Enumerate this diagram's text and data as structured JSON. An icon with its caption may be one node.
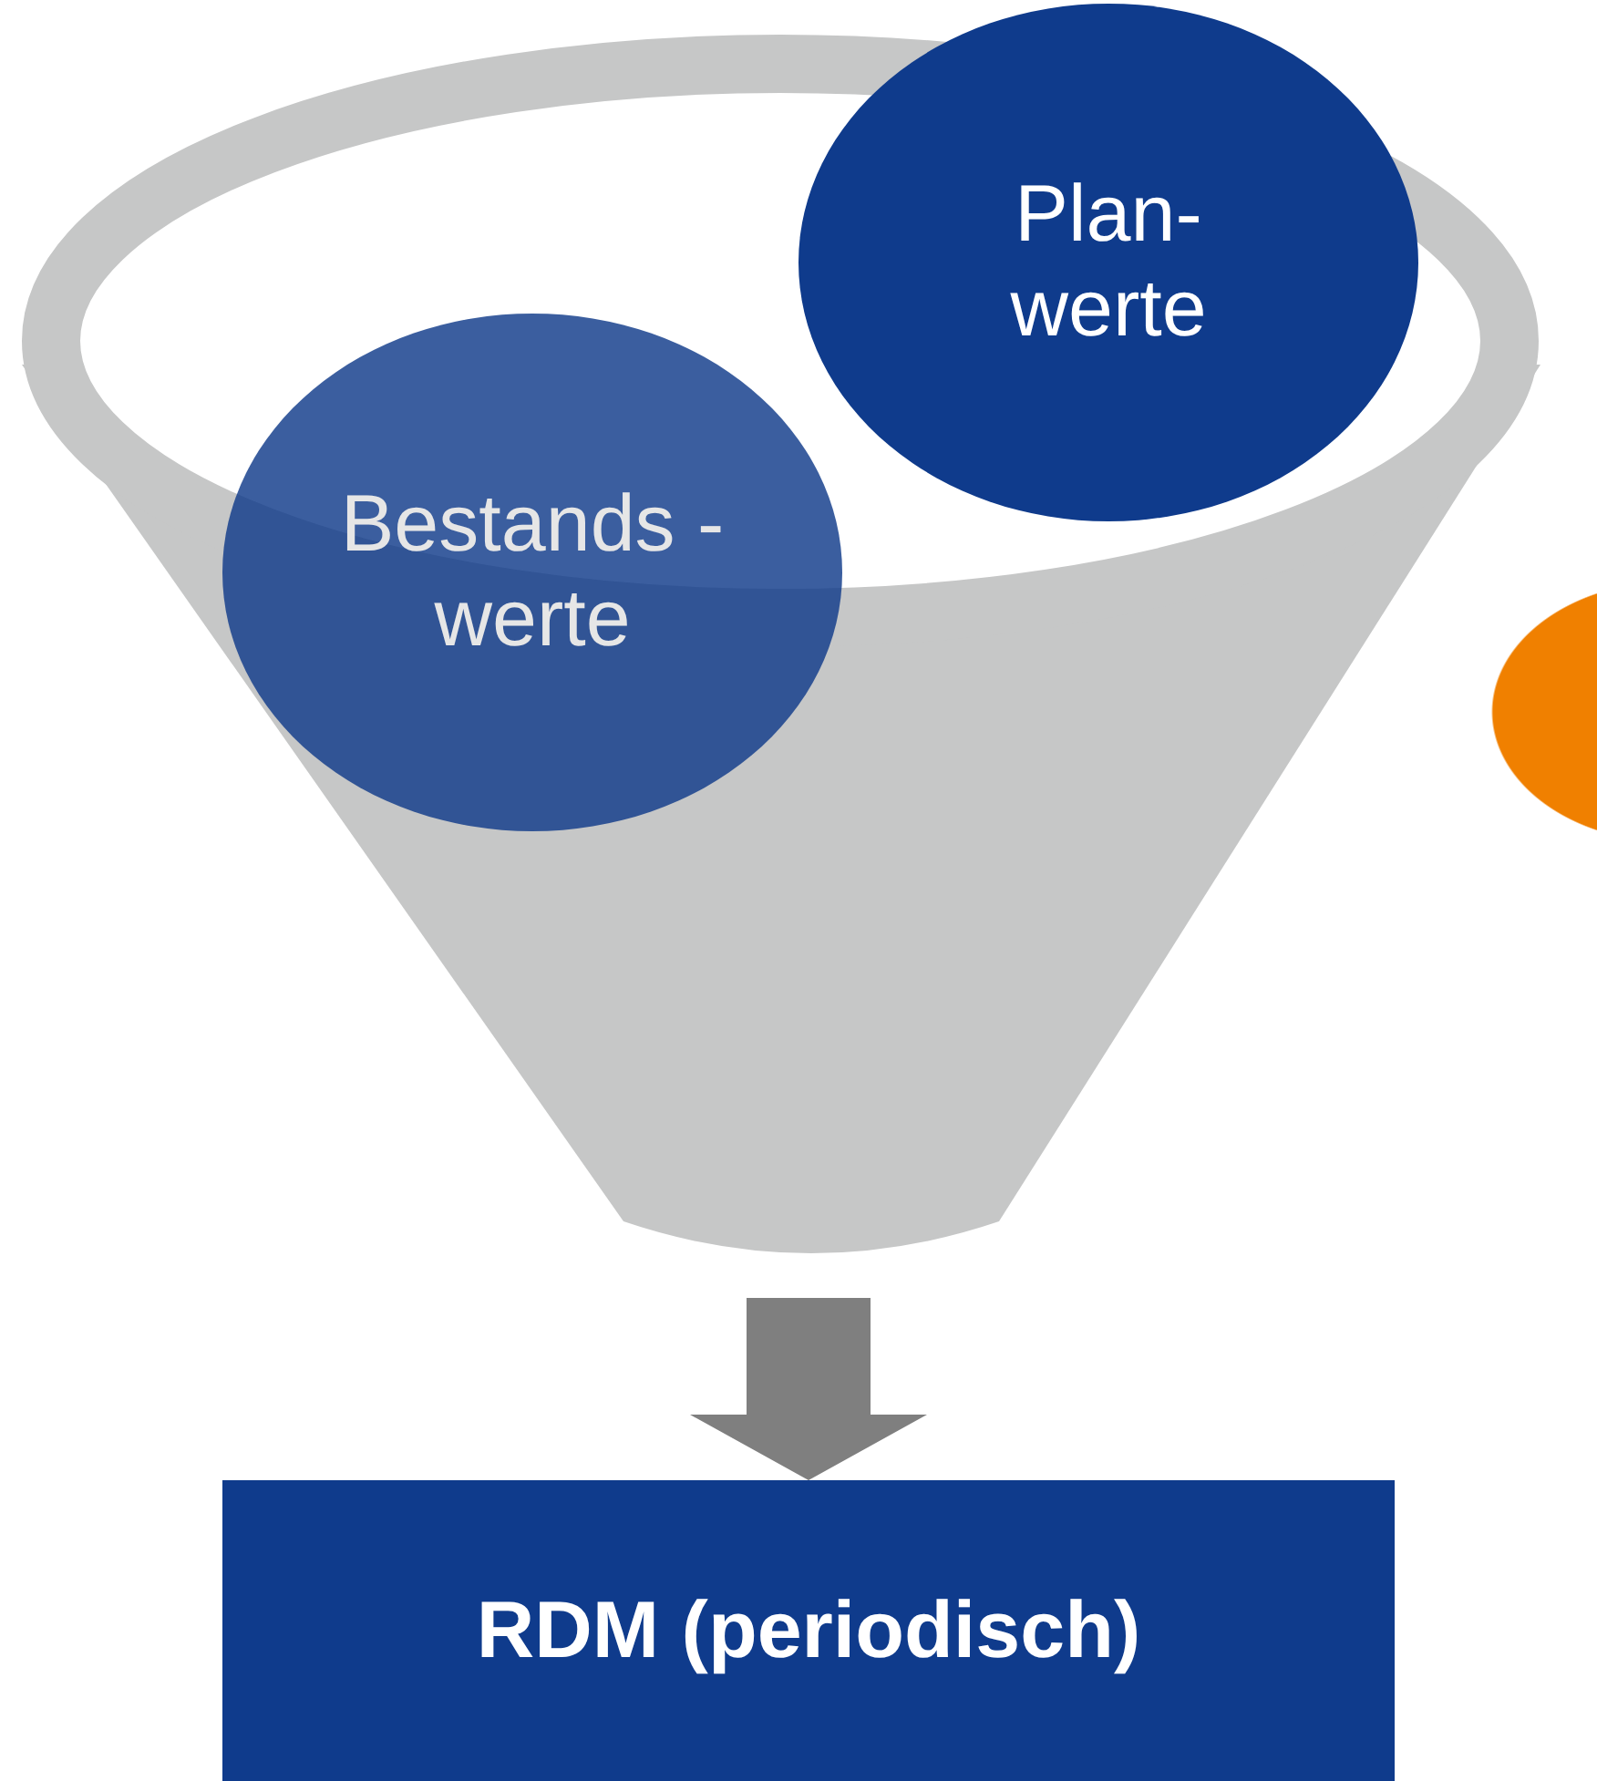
{
  "diagram": {
    "nodes": [
      {
        "text": [],
        "shape": "funnel"
      },
      {
        "text": [
          "Plan- werte"
        ]
      },
      {
        "text": [
          "Bestands -werte"
        ],
        "in": 0
      },
      {
        "text": [],
        "shape": "ellipse"
      },
      {
        "text": [
          "RDM (periodisch)"
        ]
      }
    ],
    "edges": [
      {
        "from": 0,
        "to": 4,
        "arrow": "to"
      }
    ]
  }
}
